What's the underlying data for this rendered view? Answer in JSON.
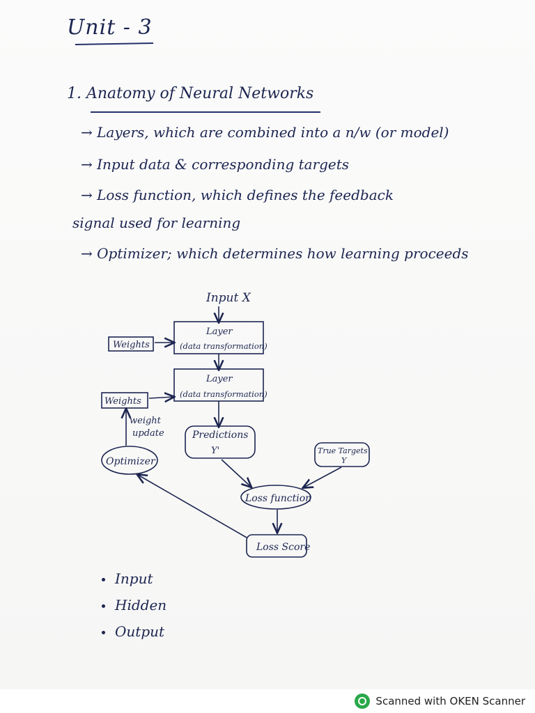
{
  "notes": {
    "title": "Unit - 3",
    "heading": "1. Anatomy of Neural Networks",
    "lines": [
      "→ Layers, which are combined into a n/w (or model)",
      "→ Input data & corresponding targets",
      "→ Loss function, which defines the feedback",
      "signal used for learning",
      "→ Optimizer; which determines how learning proceeds"
    ]
  },
  "diagram": {
    "input_label": "Input X",
    "layer1_label": "Layer",
    "layer1_sub": "(data transformation)",
    "weights1_label": "Weights",
    "layer2_label": "Layer",
    "layer2_sub": "(data transformation)",
    "weights2_label": "Weights",
    "weight_update_label": "weight",
    "weight_update_label2": "update",
    "predictions_label": "Predictions",
    "predictions_sub": "Y'",
    "true_targets_label": "True Targets",
    "true_targets_sub": "Y",
    "optimizer_label": "Optimizer",
    "loss_function_label": "Loss function",
    "loss_score_label": "Loss Score"
  },
  "bullets": [
    "Input",
    "Hidden",
    "Output"
  ],
  "footer": {
    "scanner_text": "Scanned with OKEN Scanner"
  },
  "colors": {
    "ink": "#1c2550",
    "paper": "#fbfbfa",
    "scanner_logo": "#2aa84a"
  }
}
